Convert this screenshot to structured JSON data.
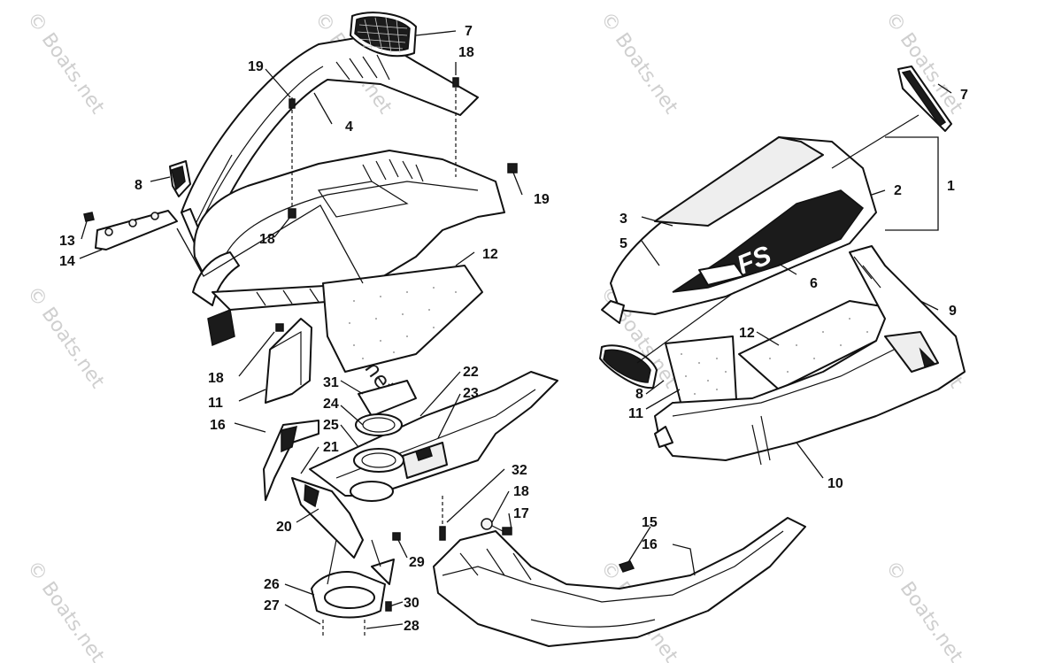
{
  "watermark": {
    "text": "© Boats.net"
  },
  "callouts": {
    "c1": "1",
    "c2": "2",
    "c3": "3",
    "c4": "4",
    "c5": "5",
    "c6": "6",
    "c7a": "7",
    "c7b": "7",
    "c8a": "8",
    "c8b": "8",
    "c9": "9",
    "c10": "10",
    "c11a": "11",
    "c11b": "11",
    "c12a": "12",
    "c12b": "12",
    "c13": "13",
    "c14": "14",
    "c15": "15",
    "c16a": "16",
    "c16b": "16",
    "c17": "17",
    "c18a": "18",
    "c18b": "18",
    "c18c": "18",
    "c18d": "18",
    "c19a": "19",
    "c19b": "19",
    "c20": "20",
    "c21": "21",
    "c22": "22",
    "c23": "23",
    "c24": "24",
    "c25": "25",
    "c26": "26",
    "c27": "27",
    "c28": "28",
    "c29": "29",
    "c30": "30",
    "c31": "31",
    "c32": "32"
  },
  "decal_text": "FS",
  "colors": {
    "line": "#111111",
    "watermark": "#cfcfcf",
    "decal": "#1b1b1b"
  }
}
